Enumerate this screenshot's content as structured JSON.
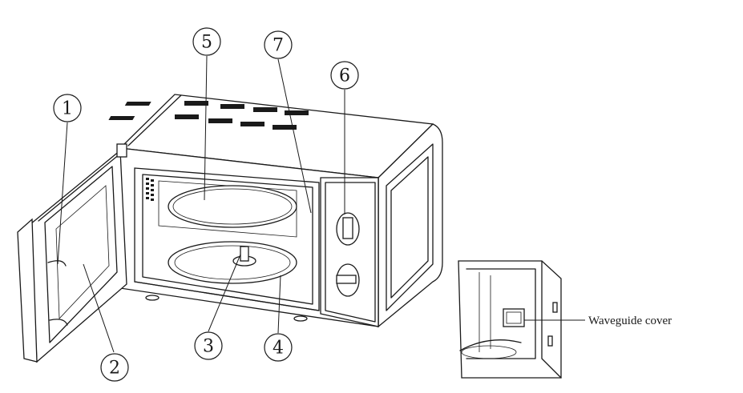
{
  "diagram": {
    "callouts": [
      {
        "id": "c1",
        "number": "1"
      },
      {
        "id": "c2",
        "number": "2"
      },
      {
        "id": "c3",
        "number": "3"
      },
      {
        "id": "c4",
        "number": "4"
      },
      {
        "id": "c5",
        "number": "5"
      },
      {
        "id": "c6",
        "number": "6"
      },
      {
        "id": "c7",
        "number": "7"
      }
    ],
    "inset": {
      "label": "Waveguide cover"
    }
  }
}
